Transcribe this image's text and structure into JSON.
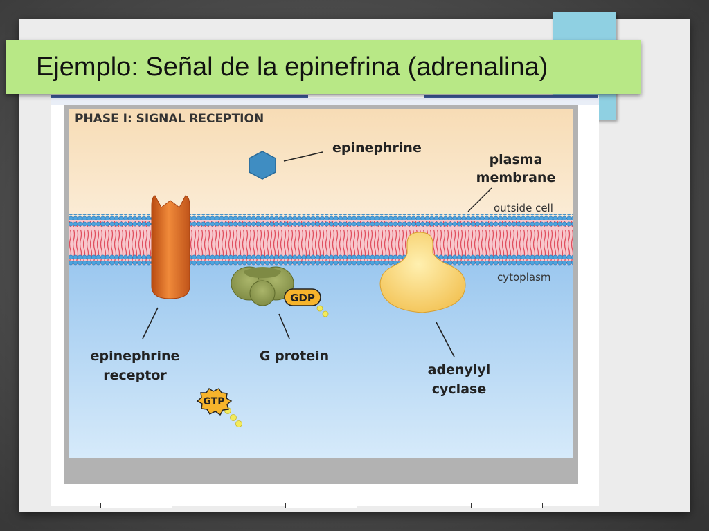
{
  "slide": {
    "title": "Ejemplo: Señal de la epinefrina (adrenalina)"
  },
  "figure": {
    "phase_title": "PHASE I: SIGNAL RECEPTION",
    "labels": {
      "epinephrine": "epinephrine",
      "plasma_membrane_line1": "plasma",
      "plasma_membrane_line2": "membrane",
      "outside_cell": "outside cell",
      "cytoplasm": "cytoplasm",
      "receptor_line1": "epinephrine",
      "receptor_line2": "receptor",
      "g_protein": "G protein",
      "adenylyl_line1": "adenylyl",
      "adenylyl_line2": "cyclase",
      "gdp": "GDP",
      "gtp": "GTP"
    },
    "colors": {
      "outside": "#f8e2bf",
      "cytoplasm": "#c6e0f8",
      "membrane_head": "#5aa8e0",
      "membrane_tail": "#e05a6a",
      "receptor": "#e06a1c",
      "g_protein": "#8e9a50",
      "adenylyl": "#f6cc5a",
      "epinephrine": "#3f8dc2"
    }
  }
}
